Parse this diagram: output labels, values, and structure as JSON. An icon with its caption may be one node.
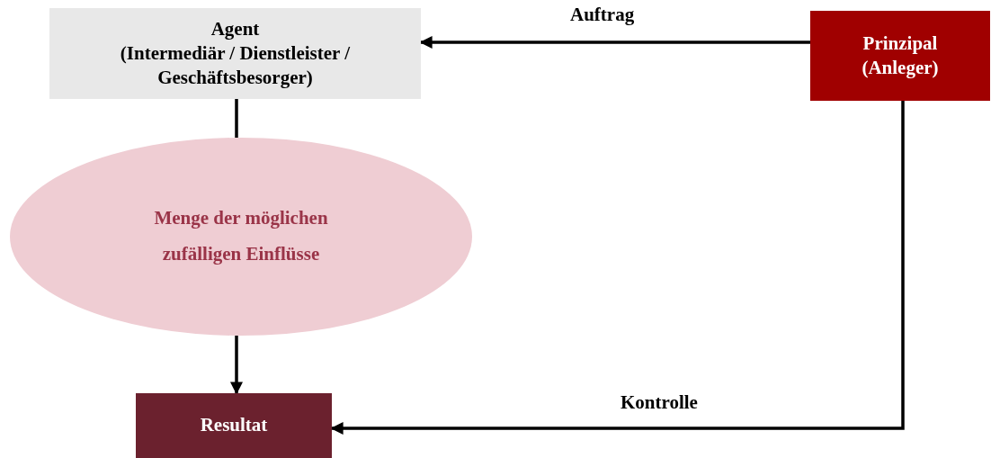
{
  "diagram": {
    "nodes": [
      {
        "text": [
          "Agent",
          "(Intermediär / Dienstleister / Geschäftsbesorger)"
        ]
      },
      {
        "text": [
          "Prinzipal (Anleger)"
        ]
      },
      {
        "text": [
          "Menge der möglichen zufälligen Einflüsse"
        ]
      },
      {
        "text": [
          "Resultat"
        ]
      }
    ],
    "edges": [
      {
        "from": 1,
        "to": 0,
        "arrow": "to",
        "label": "Auftrag"
      },
      {
        "from": 0,
        "to": 2,
        "arrow": "none"
      },
      {
        "from": 2,
        "to": 3,
        "arrow": "to"
      },
      {
        "from": 1,
        "to": 3,
        "arrow": "to",
        "label": "Kontrolle"
      }
    ]
  }
}
